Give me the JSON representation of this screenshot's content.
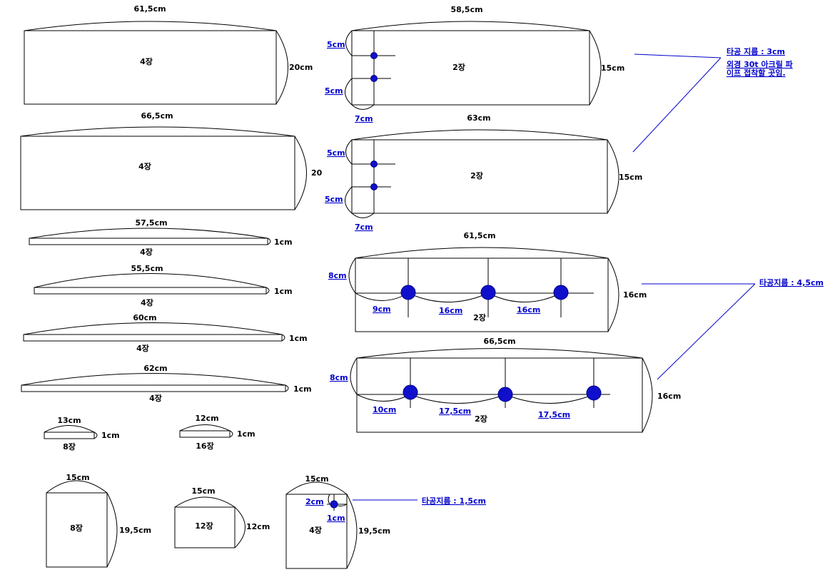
{
  "colors": {
    "line": "#000000",
    "annotation": "#0000cc",
    "hole": "#1010cc"
  },
  "pieces": {
    "p1": {
      "width": "61,5cm",
      "height": "20cm",
      "qty": "4장"
    },
    "p2": {
      "width": "66,5cm",
      "height": "20",
      "qty": "4장"
    },
    "p3": {
      "width": "57,5cm",
      "height": "1cm",
      "qty": "4장"
    },
    "p4": {
      "width": "55,5cm",
      "height": "1cm",
      "qty": "4장"
    },
    "p5": {
      "width": "60cm",
      "height": "1cm",
      "qty": "4장"
    },
    "p6": {
      "width": "62cm",
      "height": "1cm",
      "qty": "4장"
    },
    "p7": {
      "width": "13cm",
      "height": "1cm",
      "qty": "8장"
    },
    "p8": {
      "width": "12cm",
      "height": "1cm",
      "qty": "16장"
    },
    "p9": {
      "width": "15cm",
      "height": "19,5cm",
      "qty": "8장"
    },
    "p10": {
      "width": "15cm",
      "height": "12cm",
      "qty": "12장"
    },
    "p11": {
      "width": "15cm",
      "height": "19,5cm",
      "qty": "4장",
      "dim_a": "2cm",
      "dim_b": "1cm"
    },
    "r1": {
      "width": "58,5cm",
      "height": "15cm",
      "qty": "2장",
      "dim_top": "5cm",
      "dim_bottom": "5cm",
      "dim_x": "7cm"
    },
    "r2": {
      "width": "63cm",
      "height": "15cm",
      "qty": "2장",
      "dim_top": "5cm",
      "dim_bottom": "5cm",
      "dim_x": "7cm"
    },
    "r3": {
      "width": "61,5cm",
      "height": "16cm",
      "qty": "2장",
      "dim_y": "8cm",
      "gap1": "9cm",
      "gap2": "16cm",
      "gap3": "16cm"
    },
    "r4": {
      "width": "66,5cm",
      "height": "16cm",
      "qty": "2장",
      "dim_y": "8cm",
      "gap1": "10cm",
      "gap2": "17,5cm",
      "gap3": "17,5cm"
    }
  },
  "notes": {
    "hole_3": "타공 지름 : 3cm",
    "pipe_line1": "외경 30t 아크릴 파",
    "pipe_line2": "이프 접착할 곳임.",
    "hole_45": "타공지름 : 4,5cm",
    "hole_15": "타공지름 : 1,5cm"
  },
  "icons": [
    "hole-circle-icon"
  ]
}
